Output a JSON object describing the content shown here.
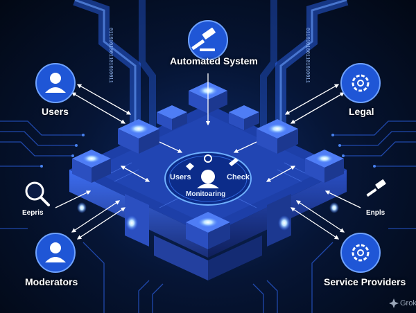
{
  "nodes": {
    "top": "Automated System",
    "top_left": "Users",
    "top_right": "Legal",
    "bottom_left": "Moderators",
    "bottom_right": "Service Providers"
  },
  "side_labels": {
    "left": "Eepris",
    "right": "Enpls"
  },
  "hub": {
    "left": "Users",
    "right": "Check",
    "bottom": "Monitoaring"
  },
  "watermark": "Grok",
  "binary_stream": "0110101001101010011",
  "icons": {
    "top": "gavel-icon",
    "top_left": "user-icon",
    "top_right": "gear-icon",
    "bottom_left": "user-icon",
    "bottom_right": "gear-icon",
    "left": "magnifier-icon",
    "right": "gavel-icon"
  },
  "colors": {
    "background": "#020814",
    "accent": "#2f6bff",
    "glow": "#bfe6ff",
    "circle": "#1f56d6"
  }
}
